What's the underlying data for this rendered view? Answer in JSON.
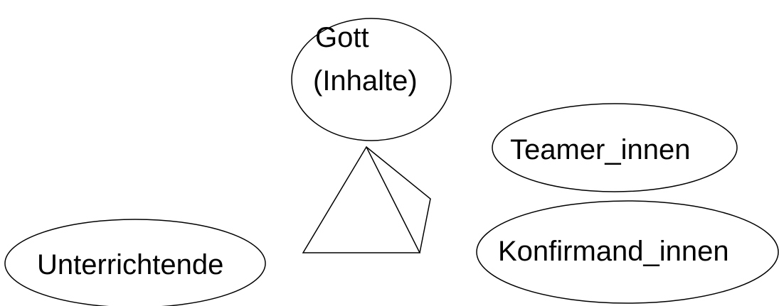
{
  "nodes": {
    "gott": {
      "line1": "Gott",
      "line2": "(Inhalte)"
    },
    "teamer": {
      "label": "Teamer_innen"
    },
    "konfirmand": {
      "label": "Konfirmand_innen"
    },
    "unterrichtende": {
      "label": "Unterrichtende"
    }
  }
}
